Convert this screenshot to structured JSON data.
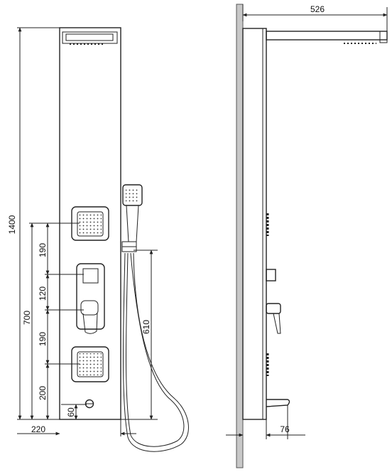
{
  "front_view": {
    "height_total": "1400",
    "spacing_upper_jets": "190",
    "spacing_mixer": "120",
    "height_overall_lower": "700",
    "spacing_lower_jets": "190",
    "height_bottom_jet": "200",
    "height_spout": "60",
    "width_panel": "220",
    "hand_shower_holder_height": "610"
  },
  "side_view": {
    "projection_head": "526",
    "projection_spout": "76"
  }
}
